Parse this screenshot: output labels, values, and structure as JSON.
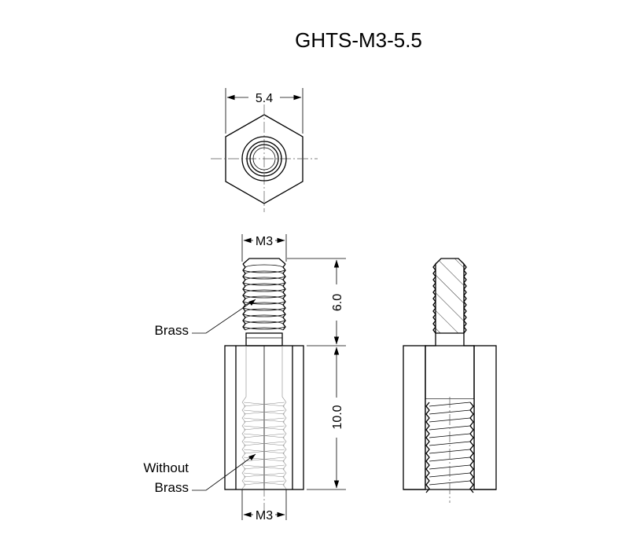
{
  "title": "GHTS-M3-5.5",
  "dimensions": {
    "hex_width": "5.4",
    "thread_top": "M3",
    "thread_bottom": "M3",
    "stud_length": "6.0",
    "body_length": "10.0"
  },
  "labels": {
    "brass": "Brass",
    "without_line1": "Without",
    "without_line2": "Brass"
  }
}
